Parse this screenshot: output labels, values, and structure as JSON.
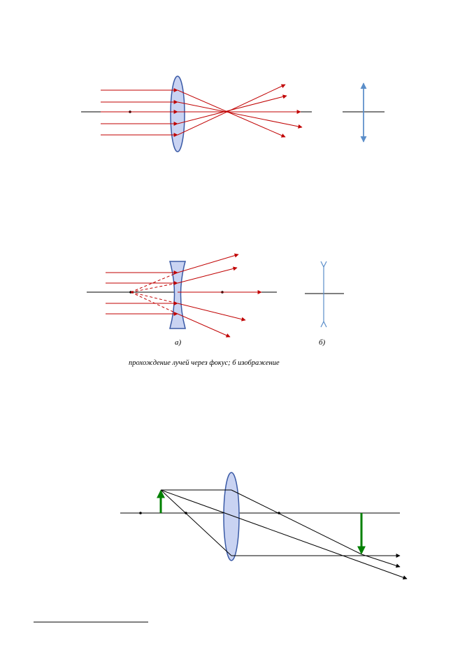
{
  "figures": {
    "converging": {
      "ray_color": "#c00000",
      "lens_fill": "#c9d3f2",
      "lens_stroke": "#3a5aa6",
      "symbol_color": "#5b8ec9"
    },
    "diverging": {
      "ray_color": "#c00000",
      "lens_fill": "#c9d3f2",
      "lens_stroke": "#3a5aa6",
      "symbol_color": "#5b8ec9",
      "label_a": "а)",
      "label_b": "б)"
    },
    "caption": "прохождение лучей через фокус; б     изображение",
    "image_formation": {
      "ray_color": "#000000",
      "object_color": "#008000",
      "image_color": "#008000",
      "lens_fill": "#c9d3f2",
      "lens_stroke": "#3a5aa6"
    }
  }
}
